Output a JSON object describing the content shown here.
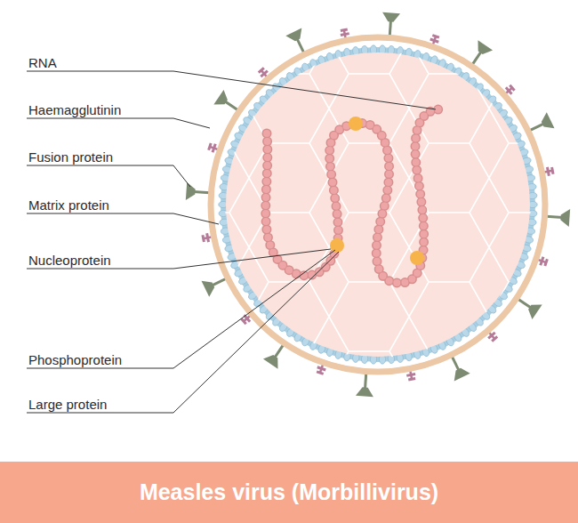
{
  "diagram": {
    "title": "Measles virus (Morbillivirus)",
    "labels": [
      "RNA",
      "Haemagglutinin",
      "Fusion protein",
      "Matrix protein",
      "Nucleoprotein",
      "Phosphoprotein",
      "Large protein"
    ]
  }
}
